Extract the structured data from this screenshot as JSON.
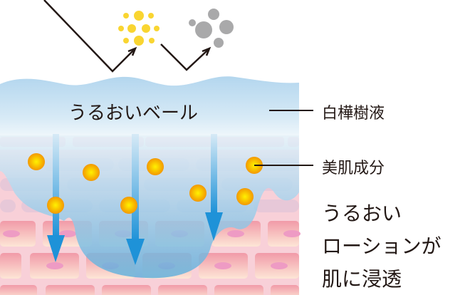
{
  "veil_label": "うるおいベール",
  "labels": {
    "birch_sap": "白樺樹液",
    "beauty_ingredient": "美肌成分",
    "lotion_line1": "うるおい",
    "lotion_line2": "ローションが",
    "lotion_line3": "肌に浸透"
  },
  "colors": {
    "veil": "#bcdcf0",
    "arrow": "#1e92d8",
    "ingredient": "#f7a600",
    "skin": "#f5c5cf"
  }
}
